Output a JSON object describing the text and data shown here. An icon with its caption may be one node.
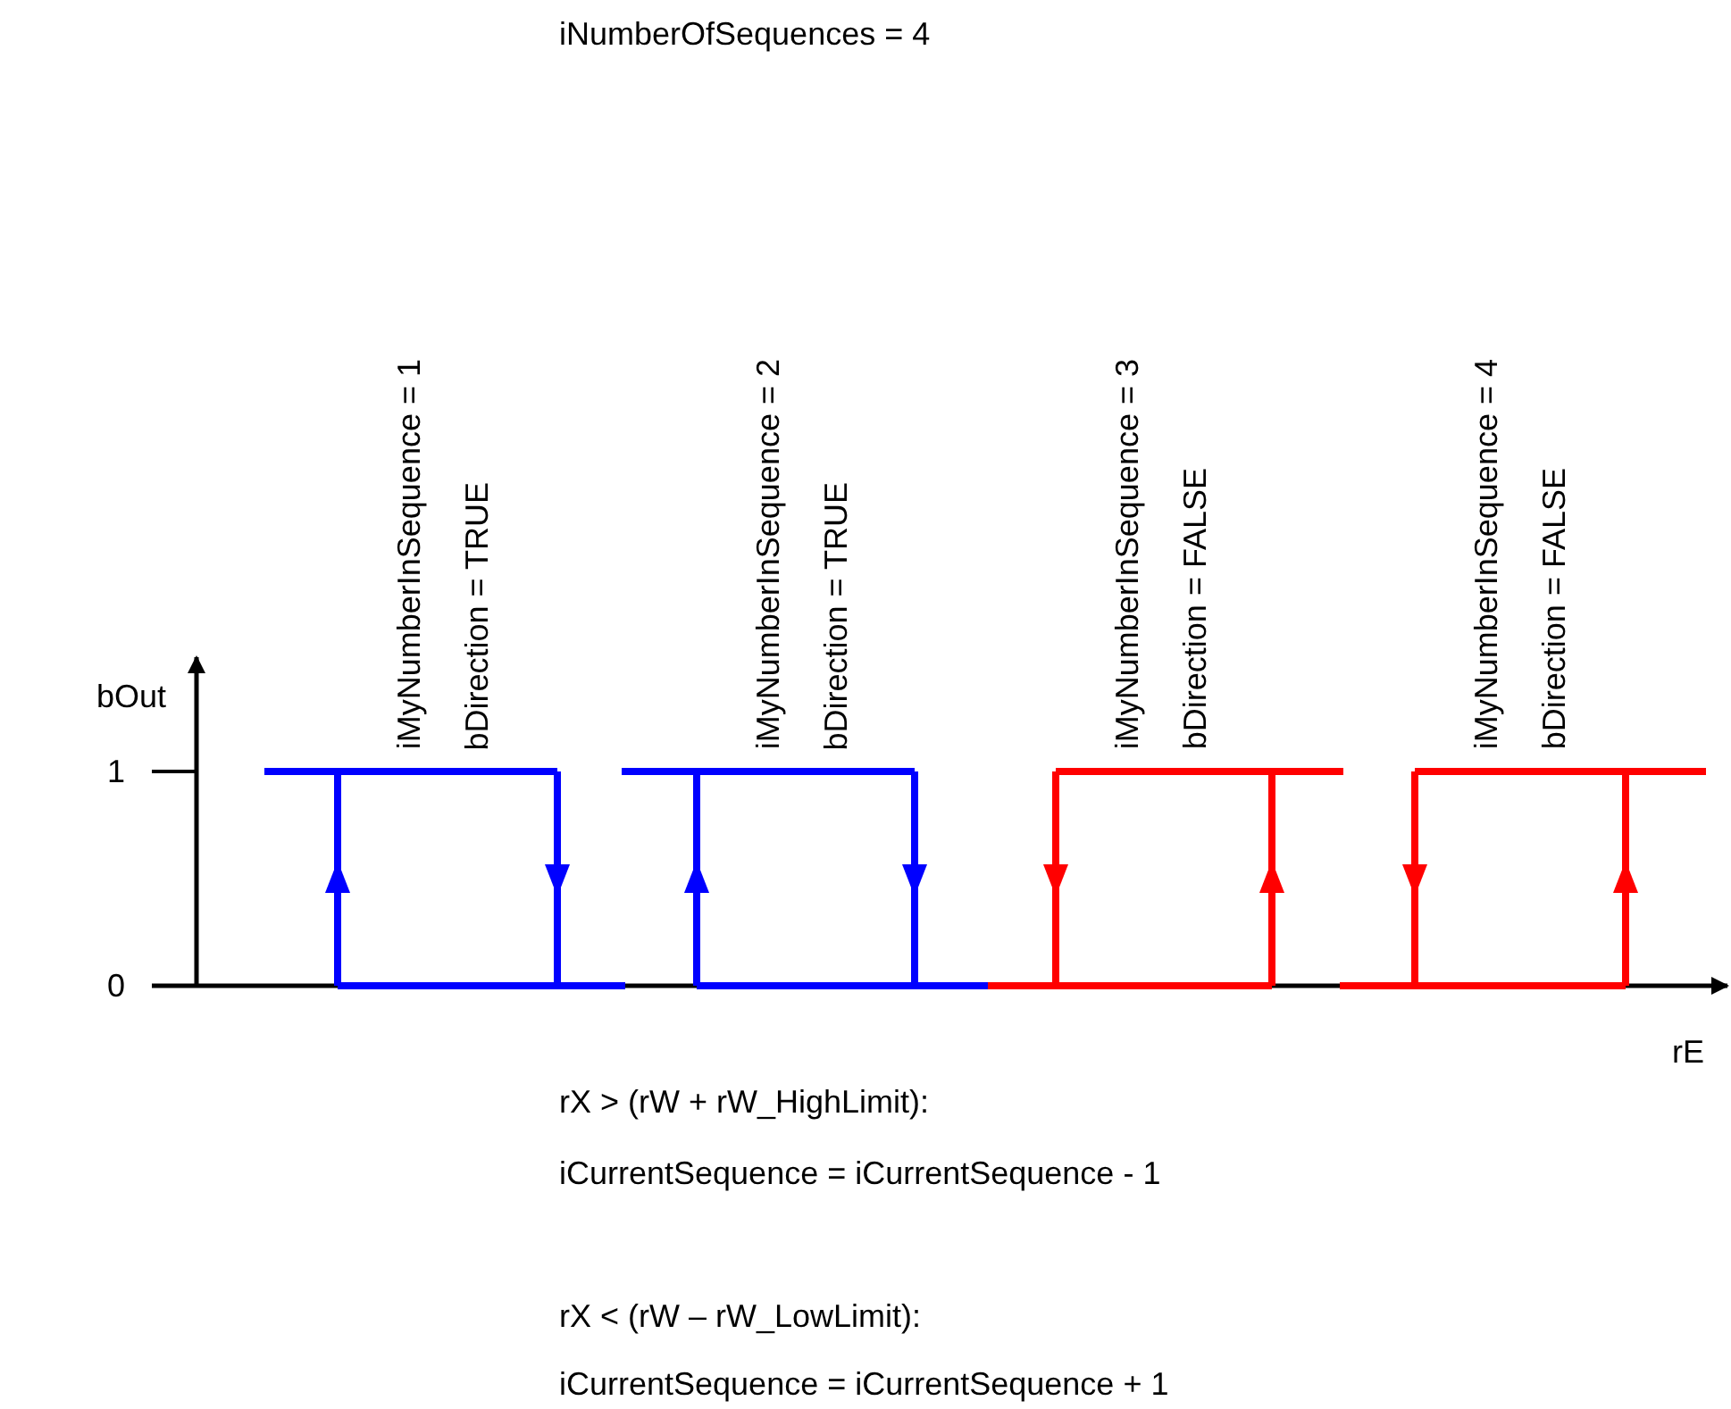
{
  "diagram": {
    "title": "iNumberOfSequences = 4",
    "labels": [
      "iMyNumberInSequence = 1",
      "bDirection = TRUE",
      "iMyNumberInSequence = 2",
      "bDirection = TRUE",
      "iMyNumberInSequence = 3",
      "bDirection = FALSE",
      "iMyNumberInSequence = 4",
      "bDirection = FALSE",
      "bOut",
      "1",
      "0",
      "rE",
      "rX > (rW + rW_HighLimit):",
      "iCurrentSequence = iCurrentSequence - 1",
      "rX < (rW – rW_LowLimit):",
      "iCurrentSequence = iCurrentSequence + 1"
    ]
  }
}
